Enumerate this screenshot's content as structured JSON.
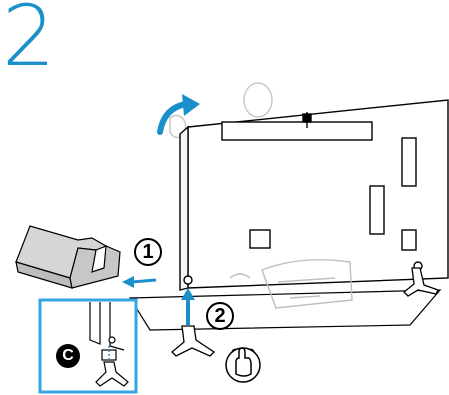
{
  "step": {
    "number": "2"
  },
  "callouts": {
    "one": "1",
    "two": "2",
    "part": "C"
  },
  "colors": {
    "accent_blue": "#1a8fc9",
    "inset_border": "#33a5e0",
    "line": "#000000",
    "ghost_gray": "#c8c8c8"
  },
  "icons": {
    "rotate_arrow": "curved-arrow-icon",
    "hand": "hand-touch-icon"
  }
}
